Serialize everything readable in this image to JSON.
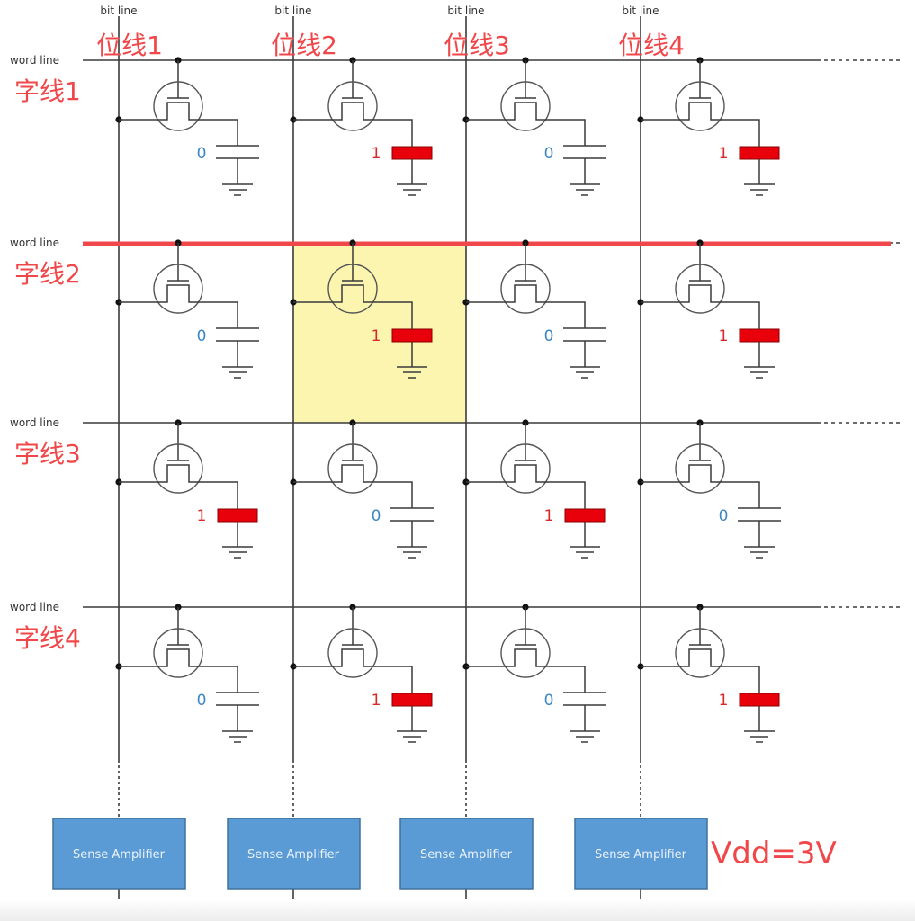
{
  "diagram": {
    "title": "DRAM memory array",
    "bit_line_label": "bit line",
    "word_line_label": "word line",
    "bit_lines": [
      {
        "label_en": "bit line",
        "label_cn": "位线1"
      },
      {
        "label_en": "bit line",
        "label_cn": "位线2"
      },
      {
        "label_en": "bit line",
        "label_cn": "位线3"
      },
      {
        "label_en": "bit line",
        "label_cn": "位线4"
      }
    ],
    "word_lines": [
      {
        "label_en": "word line",
        "label_cn": "字线1",
        "active": false
      },
      {
        "label_en": "word line",
        "label_cn": "字线2",
        "active": true
      },
      {
        "label_en": "word line",
        "label_cn": "字线3",
        "active": false
      },
      {
        "label_en": "word line",
        "label_cn": "字线4",
        "active": false
      }
    ],
    "cells": [
      [
        "0",
        "1",
        "0",
        "1"
      ],
      [
        "0",
        "1",
        "0",
        "1"
      ],
      [
        "1",
        "0",
        "1",
        "0"
      ],
      [
        "0",
        "1",
        "0",
        "1"
      ]
    ],
    "highlighted_cell": {
      "row": 2,
      "col": 2
    },
    "sense_amplifier_label": "Sense Amplifier",
    "sense_amplifiers": [
      "Sense Amplifier",
      "Sense Amplifier",
      "Sense Amplifier",
      "Sense Amplifier"
    ],
    "vdd_label": "Vdd=3V",
    "colors": {
      "wire": "#3a3a3a",
      "active_word_line": "#f0474a",
      "annotation": "#f0474a",
      "charged_cap": "#e8000b",
      "value_one": "#d62a2a",
      "value_zero": "#3b86c4",
      "highlight": "#fbf5b0",
      "sense_amp_fill": "#5b9bd5",
      "sense_amp_border": "#41719c"
    }
  }
}
